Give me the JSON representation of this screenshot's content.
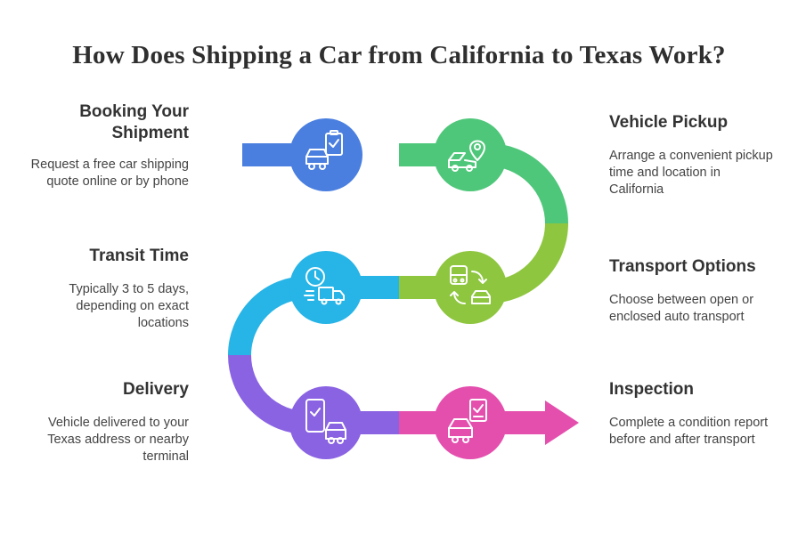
{
  "title": "How Does Shipping a Car from California to Texas Work?",
  "steps": {
    "booking": {
      "title": "Booking Your Shipment",
      "desc": "Request a free car shipping quote online or by phone",
      "color": "#4a7fe0",
      "icon": "car-clipboard-icon"
    },
    "pickup": {
      "title": "Vehicle Pickup",
      "desc": "Arrange a convenient pickup time and location in California",
      "color": "#4fc77a",
      "icon": "car-location-pin-icon"
    },
    "transport": {
      "title": "Transport Options",
      "desc": "Choose between open or enclosed auto transport",
      "color": "#8ec63f",
      "icon": "truck-car-exchange-icon"
    },
    "transit": {
      "title": "Transit Time",
      "desc": "Typically 3 to 5 days, depending on exact locations",
      "color": "#27b4e6",
      "icon": "clock-truck-icon"
    },
    "delivery": {
      "title": "Delivery",
      "desc": "Vehicle delivered to your Texas address or nearby terminal",
      "color": "#8a63e3",
      "icon": "phone-car-icon"
    },
    "inspection": {
      "title": "Inspection",
      "desc": "Complete a condition report before and after transport",
      "color": "#e44fae",
      "icon": "car-checklist-icon"
    }
  }
}
